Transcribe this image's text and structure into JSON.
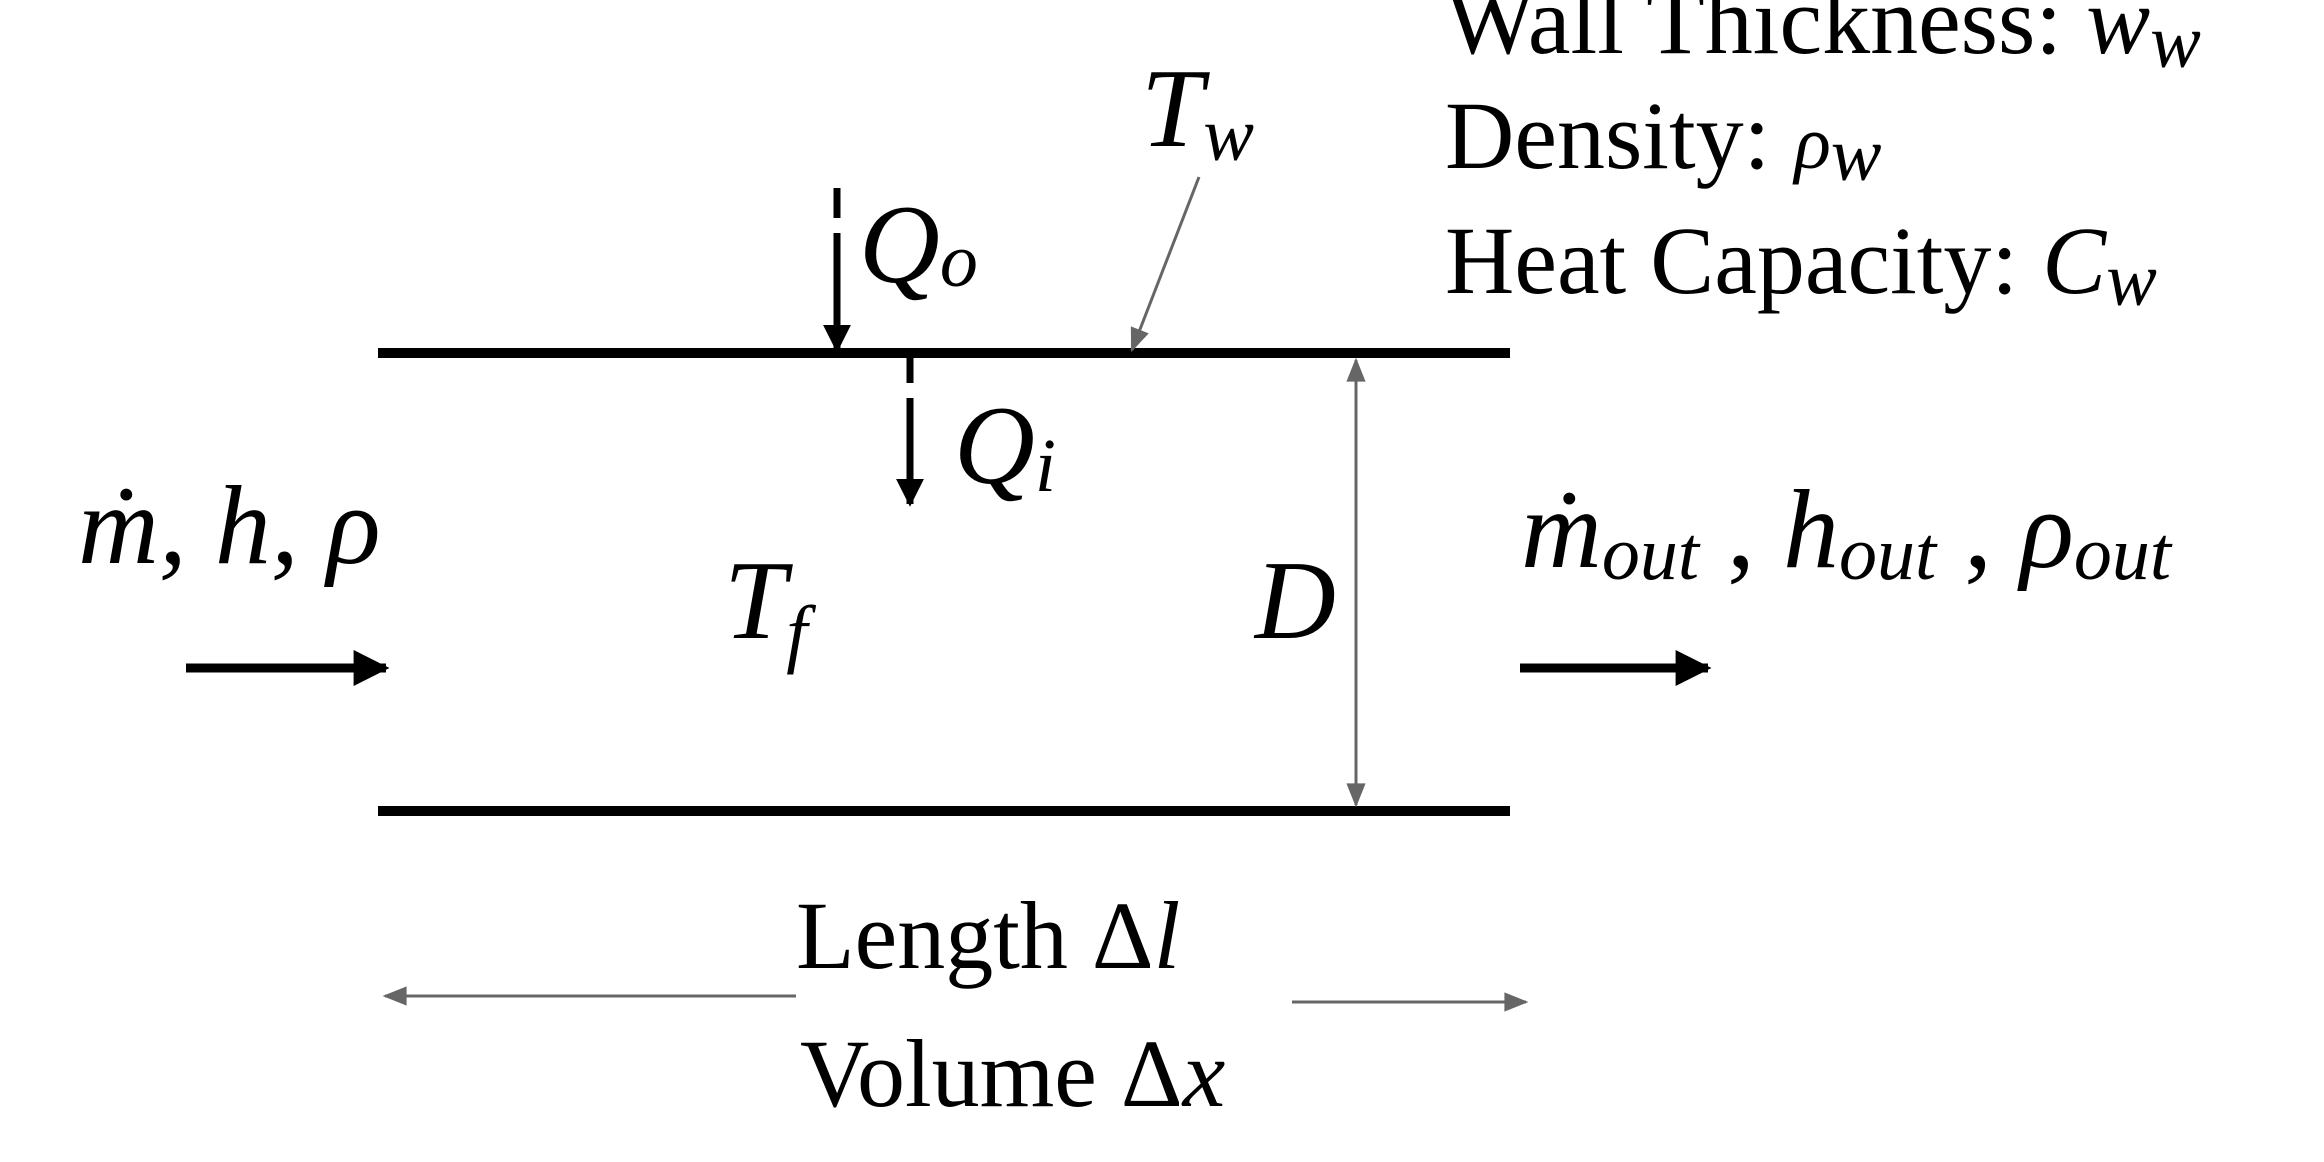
{
  "properties": {
    "wall_thickness": {
      "label": "Wall Thickness: ",
      "symbol": "w",
      "sub": "w"
    },
    "density": {
      "label": "Density: ",
      "symbol": "ρ",
      "sub": "w"
    },
    "heat_capacity": {
      "label": "Heat Capacity: ",
      "symbol": "C",
      "sub": "w"
    }
  },
  "wall_temp": {
    "symbol": "T",
    "sub": "w"
  },
  "heat_outer": {
    "symbol": "Q",
    "sub": "o"
  },
  "heat_inner": {
    "symbol": "Q",
    "sub": "i"
  },
  "fluid_temp": {
    "symbol": "T",
    "sub": "f"
  },
  "diameter": {
    "symbol": "D"
  },
  "inlet": {
    "text": "ṁ, h, ρ"
  },
  "outlet": {
    "m": "ṁ",
    "h": "h",
    "rho": "ρ",
    "sub": "out",
    "sep": " , "
  },
  "length": {
    "label": "Length ",
    "delta": "Δ",
    "symbol": "l"
  },
  "volume": {
    "label": "Volume ",
    "delta": "Δ",
    "symbol": "x"
  },
  "colors": {
    "wall": "#000000",
    "dimension": "#666666"
  }
}
